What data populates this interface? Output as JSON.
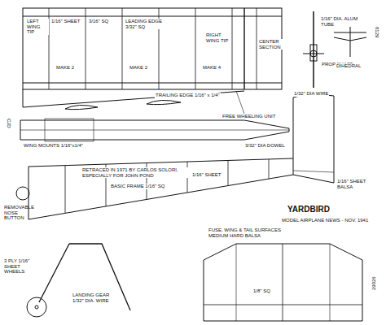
{
  "diagram": {
    "title": "YARDBIRD",
    "labels": [
      "LEFT WING TIP",
      "1/16\" SHEET",
      "3/16\" SQ",
      "LEADING EDGE 3/32\" SQ",
      "RIGHT WING TIP",
      "CENTER SECTION",
      "MAKE 2",
      "MAKE 2",
      "MAKE 4",
      "TRAILING EDGE 1/16\" x 1/4\"",
      "FREE WHEELING UNIT",
      "1/16\" DIA. ALUM TUBE",
      "PROP SHAFT",
      "1/32\" DIA WIRE",
      "DIHEDRAL",
      "3/32\" DIA DOWEL",
      "WING MOUNTS 1/16\"x1/4\"",
      "RETRACED IN 1971 BY CARLOS SOLORI, ESPECIALLY FOR JOHN POND",
      "BASIC FRAME 1/16\" SQ",
      "1/16\" SHEET",
      "1/16\" SHEET BALSA",
      "REMOVABLE NOSE BUTTON",
      "MODEL AIRPLANE NEWS - NOV. 1941",
      "FUSE, WING & TAIL SURFACES MEDIUM HARD BALSA",
      "3 PLY 1/16\" SHEET WHEELS",
      "LANDING GEAR 1/32\" DIA. WIRE",
      "1/8\" SQ",
      "29026",
      "8129",
      "CJD"
    ]
  }
}
